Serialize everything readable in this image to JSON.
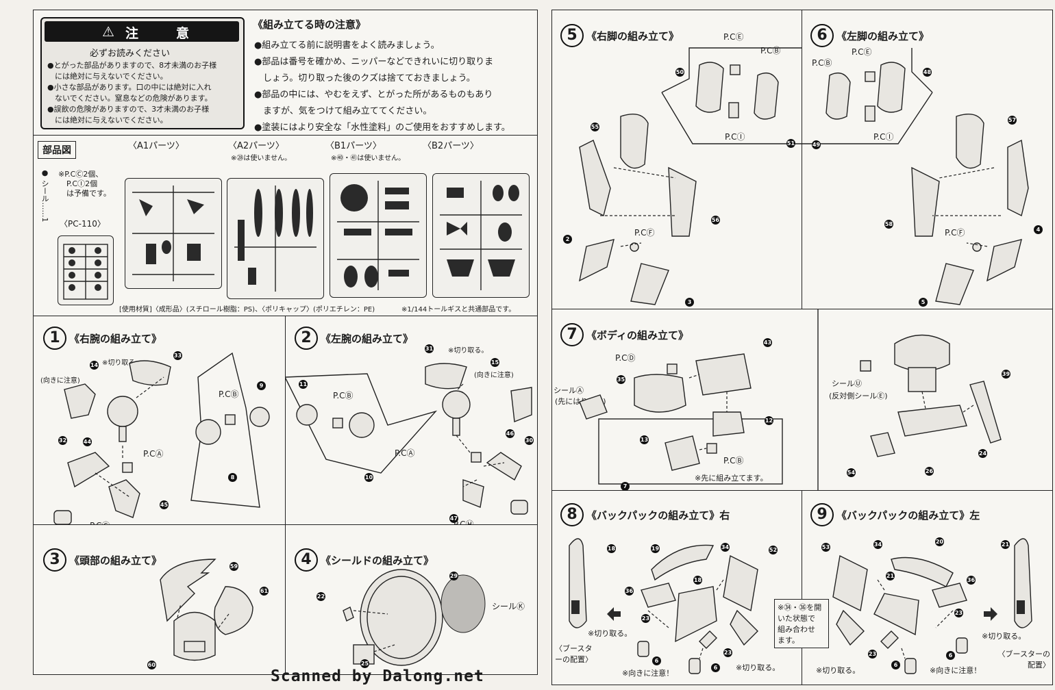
{
  "caution": {
    "title": "注　意",
    "subtitle": "必ずお読みください",
    "lines": [
      "●とがった部品がありますので、8才未満のお子様",
      "　には絶対に与えないでください。",
      "●小さな部品があります。口の中には絶対に入れ",
      "　ないでください。窒息などの危険があります。",
      "●誤飲の危険がありますので、3才未満のお子様",
      "　には絶対に与えないでください。"
    ]
  },
  "assembly_notes": {
    "title": "《組み立てる時の注意》",
    "lines": [
      "●組み立てる前に説明書をよく読みましょう。",
      "●部品は番号を確かめ、ニッパーなどできれいに切り取りま",
      "　しょう。切り取った後のクズは捨てておきましょう。",
      "●部品の中には、やむをえず、とがった所があるものもあり",
      "　ますが、気をつけて組み立ててください。",
      "●塗装にはより安全な「水性塗料」のご使用をおすすめします。"
    ]
  },
  "parts": {
    "title": "部品図",
    "seal_label": "● シール……1",
    "spare_note": [
      "※P.CⒸ2個、",
      "P.CⒾ2個",
      "は予備です。"
    ],
    "pc_runner": "〈PC-110〉",
    "runners": [
      {
        "label": "〈A1パーツ〉",
        "note": ""
      },
      {
        "label": "〈A2パーツ〉",
        "note": "※㉘は使いません。"
      },
      {
        "label": "〈B1パーツ〉",
        "note": "※㊵・㊶は使いません。"
      },
      {
        "label": "〈B2パーツ〉",
        "note": ""
      }
    ],
    "material": "[使用材質]〈成形品〉(スチロール樹脂：PS)、〈ポリキャップ〉(ポリエチレン：PE)",
    "common_note": "※1/144トールギスと共通部品です。"
  },
  "steps": [
    {
      "num": "1",
      "title": "《右腕の組み立て》",
      "notes": [
        "※切り取る。",
        "(向きに注意)"
      ],
      "callouts": [
        "P.CⒷ",
        "P.CⒶ",
        "P.CⒼ"
      ]
    },
    {
      "num": "2",
      "title": "《左腕の組み立て》",
      "notes": [
        "※切り取る。",
        "(向きに注意)"
      ],
      "callouts": [
        "P.CⒷ",
        "P.CⒶ",
        "P.CⒽ"
      ]
    },
    {
      "num": "3",
      "title": "《頭部の組み立て》",
      "notes": [],
      "callouts": []
    },
    {
      "num": "4",
      "title": "《シールドの組み立て》",
      "notes": [],
      "callouts": [
        "シールⓀ"
      ]
    },
    {
      "num": "5",
      "title": "《右脚の組み立て》",
      "notes": [],
      "callouts": [
        "P.CⒺ",
        "P.CⒷ",
        "P.CⒾ",
        "P.CⒻ"
      ]
    },
    {
      "num": "6",
      "title": "《左脚の組み立て》",
      "notes": [],
      "callouts": [
        "P.CⒺ",
        "P.CⒷ",
        "P.CⒾ",
        "P.CⒻ"
      ]
    },
    {
      "num": "7",
      "title": "《ボディの組み立て》",
      "notes": [
        "※先に組み立てます。",
        "(先にはります)",
        "(反対側シールⒺ)"
      ],
      "callouts": [
        "P.CⒹ",
        "シールⒶ",
        "P.CⒷ",
        "シールⓊ"
      ]
    },
    {
      "num": "8",
      "title": "《バックパックの組み立て》右",
      "notes": [
        "※切り取る。",
        "※向きに注意！",
        "※切り取る。",
        "〈ブースターの配置〉"
      ],
      "callouts": []
    },
    {
      "num": "9",
      "title": "《バックパックの組み立て》左",
      "notes": [
        "※切り取る。",
        "※向きに注意！",
        "※切り取る。",
        "〈ブースターの配置〉"
      ],
      "callouts": []
    }
  ],
  "mid_note": [
    "※㉞・㊱を開",
    "いた状態で",
    "組み合わせ",
    "ます。"
  ],
  "footer": "Scanned by Dalong.net"
}
